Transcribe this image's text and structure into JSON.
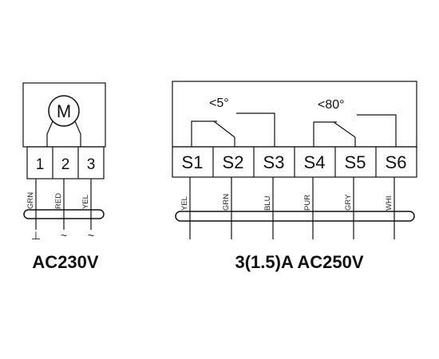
{
  "motor": {
    "symbol": "M",
    "terminals": [
      "1",
      "2",
      "3"
    ],
    "wires": [
      "GRN",
      "RED",
      "YEL"
    ],
    "supply_symbols": [
      "⊥",
      "~",
      "~"
    ],
    "rating": "AC230V"
  },
  "switches": {
    "terminals": [
      "S1",
      "S2",
      "S3",
      "S4",
      "S5",
      "S6"
    ],
    "wires": [
      "YEL",
      "GRN",
      "BLU",
      "PUR",
      "GRY",
      "WHI"
    ],
    "switch_1_angle": "<5°",
    "switch_2_angle": "<80°",
    "rating": "3(1.5)A AC250V"
  }
}
